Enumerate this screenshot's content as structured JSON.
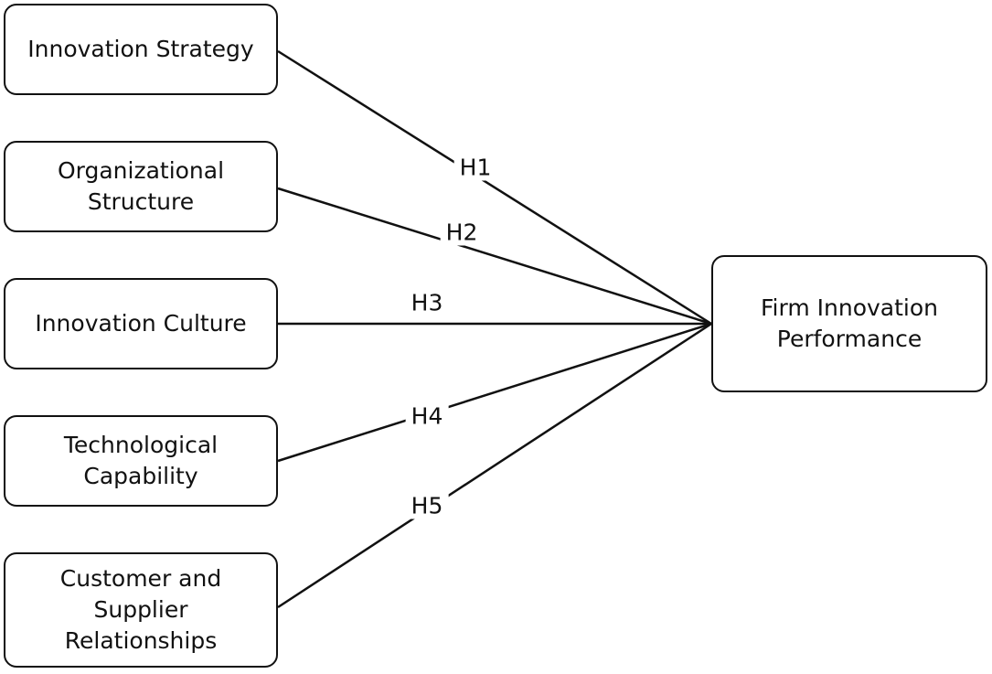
{
  "diagram": {
    "type": "conceptual-model",
    "sources": [
      {
        "id": "innovation-strategy",
        "label": "Innovation Strategy",
        "hypothesis": "H1"
      },
      {
        "id": "organizational-structure",
        "label": "Organizational Structure",
        "hypothesis": "H2"
      },
      {
        "id": "innovation-culture",
        "label": "Innovation Culture",
        "hypothesis": "H3"
      },
      {
        "id": "technological-capability",
        "label": "Technological Capability",
        "hypothesis": "H4"
      },
      {
        "id": "customer-supplier-relationships",
        "label": "Customer and Supplier Relationships",
        "hypothesis": "H5"
      }
    ],
    "target": {
      "id": "firm-innovation-performance",
      "label": "Firm Innovation Performance"
    },
    "colors": {
      "stroke": "#111111",
      "background": "#ffffff"
    }
  }
}
